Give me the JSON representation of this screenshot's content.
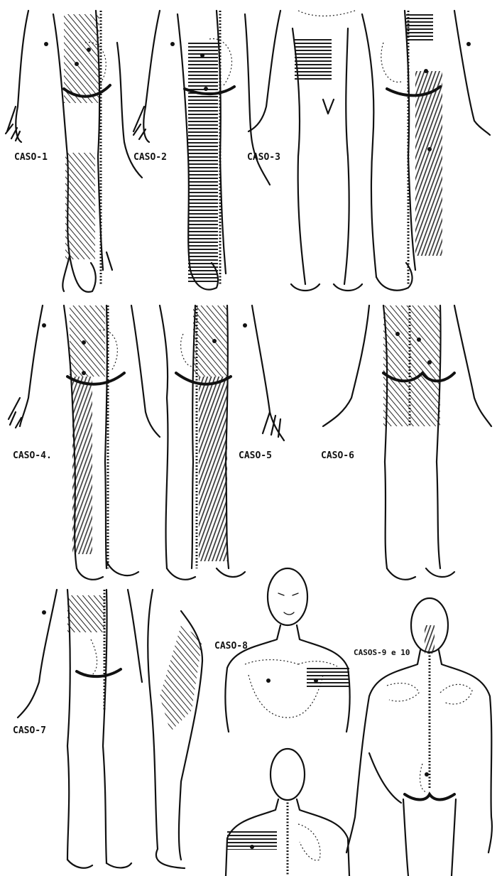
{
  "colors": {
    "ink": "#111111",
    "paper": "#ffffff"
  },
  "cases": [
    {
      "label": "CASO-1"
    },
    {
      "label": "CASO-2"
    },
    {
      "label": "CASO-3"
    },
    {
      "label": "CASO-4."
    },
    {
      "label": "CASO-5"
    },
    {
      "label": "CASO-6"
    },
    {
      "label": "CASO-7"
    },
    {
      "label": "CASO-8"
    },
    {
      "label": "CASOS-9 e 10"
    }
  ]
}
